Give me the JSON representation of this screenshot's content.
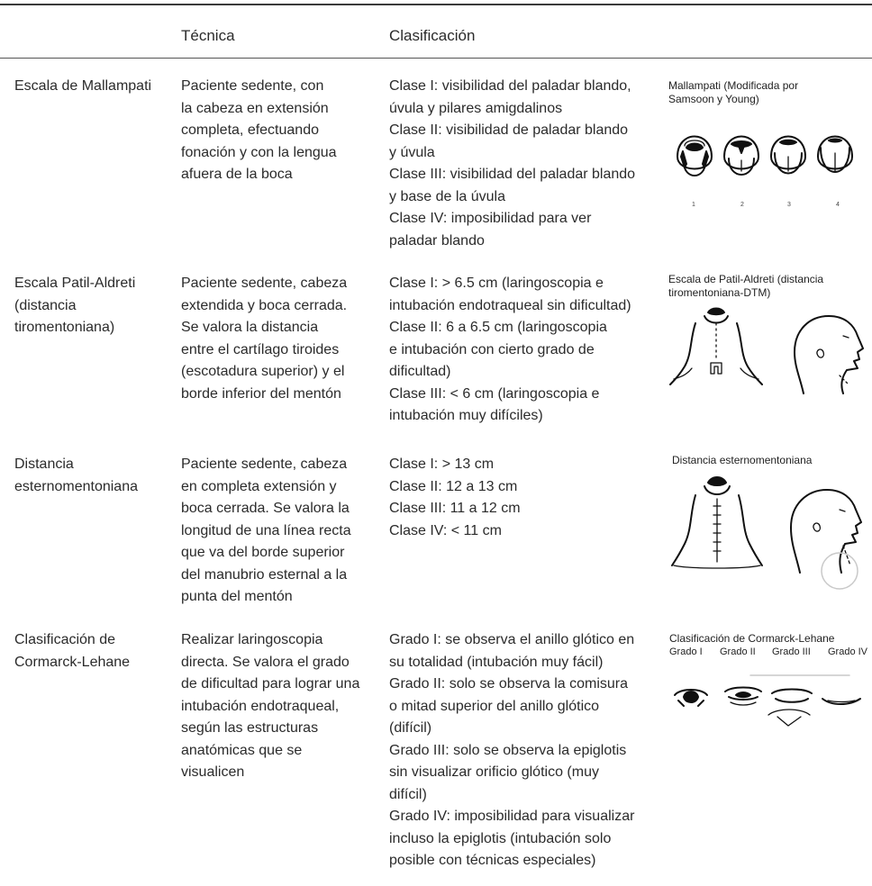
{
  "table": {
    "headers": {
      "col1": "",
      "tecnica": "Técnica",
      "clasificacion": "Clasificación",
      "col4": ""
    },
    "rows": [
      {
        "name": "Escala de Mallampati",
        "name_lines": [
          "Escala de Mallampati"
        ],
        "tecnica_lines": [
          "Paciente sedente, con",
          "la cabeza en extensión",
          "completa, efectuando",
          "fonación y con la lengua",
          "afuera de la boca"
        ],
        "clasificacion_lines": [
          "Clase I: visibilidad del paladar blando,",
          "úvula y pilares amigdalinos",
          "Clase II: visibilidad de paladar blando",
          "y úvula",
          "Clase III: visibilidad del paladar blando",
          "y base de la úvula",
          "Clase IV: imposibilidad para ver",
          "paladar blando"
        ],
        "figure": {
          "caption_lines": [
            "Mallampati (Modificada por",
            "Samsoon y Young)"
          ],
          "labels": [
            "1",
            "2",
            "3",
            "4"
          ],
          "icon": "mallampati-classes-illustration"
        }
      },
      {
        "name": "Escala Patil-Aldreti (distancia tiromentoniana)",
        "name_lines": [
          "Escala Patil-Aldreti",
          "(distancia",
          "tiromentoniana)"
        ],
        "tecnica_lines": [
          "Paciente sedente, cabeza",
          "extendida y boca cerrada.",
          "Se valora la distancia",
          "entre el cartílago tiroides",
          "(escotadura superior) y el",
          "borde inferior del mentón"
        ],
        "clasificacion_lines": [
          "Clase I: > 6.5 cm (laringoscopia e",
          "intubación endotraqueal sin dificultad)",
          "Clase II: 6 a 6.5 cm (laringoscopia",
          "e intubación con cierto grado de",
          "dificultad)",
          "Clase III: < 6 cm (laringoscopia e",
          "intubación muy difíciles)"
        ],
        "figure": {
          "caption_lines": [
            "Escala de Patil-Aldreti (distancia",
            "tiromentoniana-DTM)"
          ],
          "icon": "thyromental-distance-illustration"
        }
      },
      {
        "name": "Distancia esternomentoniana",
        "name_lines": [
          "Distancia",
          "esternomentoniana"
        ],
        "tecnica_lines": [
          "Paciente sedente, cabeza",
          "en completa extensión y",
          "boca cerrada. Se valora la",
          "longitud de una línea recta",
          "que va del borde superior",
          "del manubrio esternal a la",
          "punta del mentón"
        ],
        "clasificacion_lines": [
          "Clase I: > 13 cm",
          "Clase II: 12 a 13 cm",
          "Clase III: 11 a 12 cm",
          "Clase IV: < 11 cm"
        ],
        "figure": {
          "caption_lines": [
            "Distancia esternomentoniana"
          ],
          "icon": "sternomental-distance-illustration"
        }
      },
      {
        "name": "Clasificación de Cormarck-Lehane",
        "name_lines": [
          "Clasificación de",
          "Cormarck-Lehane"
        ],
        "tecnica_lines": [
          "Realizar laringoscopia",
          "directa. Se valora el grado",
          "de dificultad para lograr una",
          "intubación endotraqueal,",
          "según las estructuras",
          "anatómicas que se",
          "visualicen"
        ],
        "clasificacion_lines": [
          "Grado I: se observa el anillo glótico en",
          "su totalidad (intubación muy fácil)",
          "Grado II: solo se observa la comisura",
          "o mitad superior del anillo glótico",
          "(difícil)",
          "Grado III: solo se observa la epiglotis",
          "sin visualizar orificio glótico (muy",
          "difícil)",
          "Grado IV: imposibilidad para visualizar",
          "incluso la epiglotis (intubación solo",
          "posible con técnicas especiales)"
        ],
        "figure": {
          "caption_lines": [
            "Clasificación de Cormarck-Lehane"
          ],
          "grades": [
            "Grado I",
            "Grado II",
            "Grado III",
            "Grado IV"
          ],
          "icon": "cormack-lehane-grades-illustration"
        }
      }
    ]
  }
}
